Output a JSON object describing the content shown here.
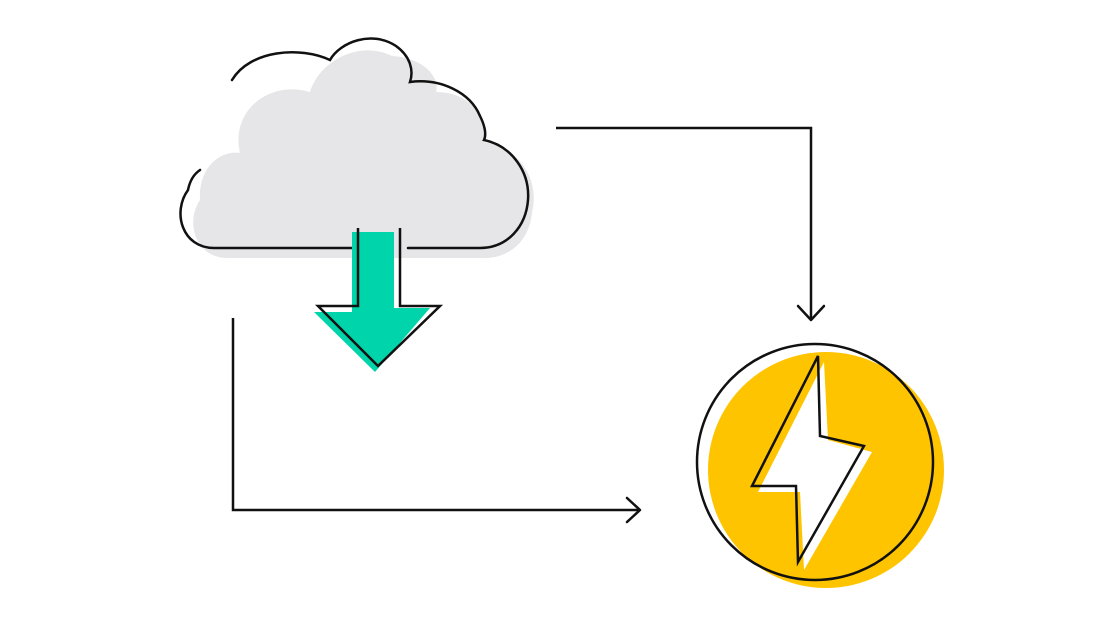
{
  "diagram": {
    "nodes": [
      {
        "id": "cloud",
        "icon": "cloud-download-icon"
      },
      {
        "id": "lightning",
        "icon": "lightning-bolt-icon"
      }
    ],
    "edges": [
      {
        "from": "cloud",
        "to": "lightning",
        "route": "right-then-down"
      },
      {
        "from": "cloud",
        "to": "lightning",
        "route": "down-then-right"
      }
    ]
  },
  "colors": {
    "cloud_fill": "#e6e6e8",
    "arrow_green": "#00d4aa",
    "bolt_yellow": "#ffc400",
    "stroke": "#111111",
    "background": "#ffffff"
  }
}
